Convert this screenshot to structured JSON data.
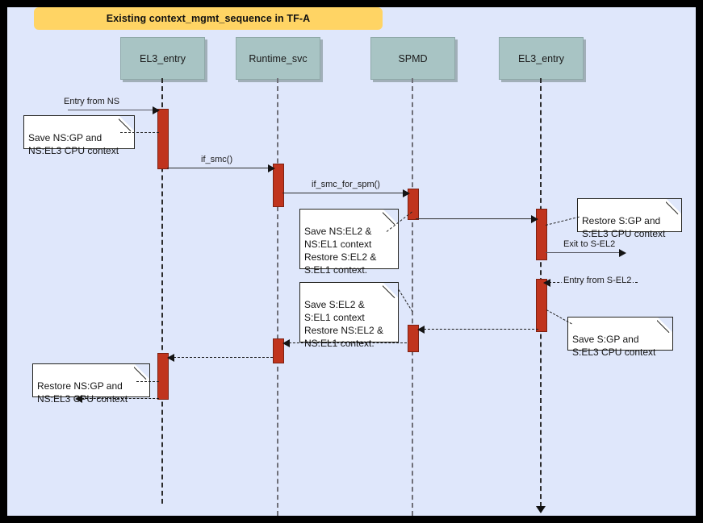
{
  "diagram": {
    "title": "Existing context_mgmt_sequence in TF-A",
    "type": "uml-sequence-diagram",
    "background_color": "#dfe7fb",
    "title_color": "#ffd464",
    "participant_color": "#a8c4c4",
    "activation_color": "#c0341d"
  },
  "participants": [
    {
      "id": "el3_entry_ns",
      "label": "EL3_entry"
    },
    {
      "id": "runtime_svc",
      "label": "Runtime_svc"
    },
    {
      "id": "spmd",
      "label": "SPMD"
    },
    {
      "id": "el3_entry_s",
      "label": "EL3_entry"
    }
  ],
  "messages": [
    {
      "id": "m1",
      "label": "Entry from NS",
      "from": "external",
      "to": "el3_entry_ns",
      "style": "solid",
      "direction": "right"
    },
    {
      "id": "m2",
      "label": "if_smc()",
      "from": "el3_entry_ns",
      "to": "runtime_svc",
      "style": "solid",
      "direction": "right"
    },
    {
      "id": "m3",
      "label": "if_smc_for_spm()",
      "from": "runtime_svc",
      "to": "spmd",
      "style": "solid",
      "direction": "right"
    },
    {
      "id": "m4",
      "label": "",
      "from": "spmd",
      "to": "el3_entry_s",
      "style": "solid",
      "direction": "right"
    },
    {
      "id": "m5",
      "label": "Exit to S-EL2",
      "from": "el3_entry_s",
      "to": "external",
      "style": "solid",
      "direction": "right"
    },
    {
      "id": "m6",
      "label": "Entry from S-EL2",
      "from": "external",
      "to": "el3_entry_s",
      "style": "dashed",
      "direction": "left"
    },
    {
      "id": "m7",
      "label": "",
      "from": "el3_entry_s",
      "to": "spmd",
      "style": "dashed",
      "direction": "left"
    },
    {
      "id": "m8",
      "label": "",
      "from": "spmd",
      "to": "runtime_svc",
      "style": "dashed",
      "direction": "left"
    },
    {
      "id": "m9",
      "label": "",
      "from": "runtime_svc",
      "to": "el3_entry_ns",
      "style": "dashed",
      "direction": "left"
    },
    {
      "id": "m10",
      "label": "",
      "from": "el3_entry_ns",
      "to": "external",
      "style": "dashed",
      "direction": "left"
    }
  ],
  "notes": [
    {
      "id": "n1",
      "text": "Save NS:GP and\nNS:EL3 CPU context",
      "attached_to": "el3_entry_ns"
    },
    {
      "id": "n2",
      "text": "Save NS:EL2 &\nNS:EL1 context\nRestore S:EL2 &\nS:EL1 context.",
      "attached_to": "spmd"
    },
    {
      "id": "n3",
      "text": "Restore S:GP and\nS:EL3 CPU context",
      "attached_to": "el3_entry_s"
    },
    {
      "id": "n4",
      "text": "Save S:GP and\nS:EL3 CPU context",
      "attached_to": "el3_entry_s"
    },
    {
      "id": "n5",
      "text": "Save S:EL2 &\nS:EL1 context\nRestore NS:EL2 &\nNS:EL1 context.",
      "attached_to": "spmd"
    },
    {
      "id": "n6",
      "text": "Restore NS:GP and\nNS:EL3 CPU context",
      "attached_to": "el3_entry_ns"
    }
  ]
}
